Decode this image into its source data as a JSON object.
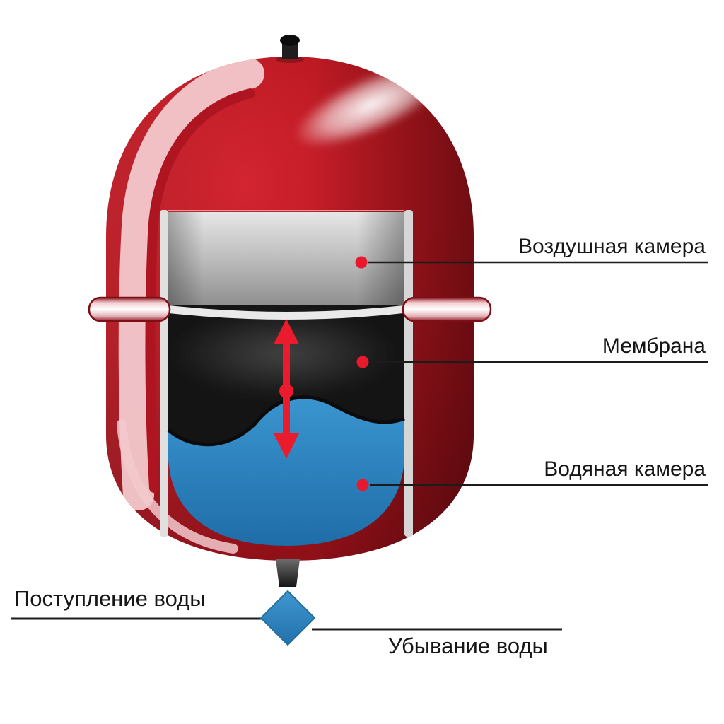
{
  "callouts": [
    {
      "id": "air-chamber",
      "label": "Воздушная камера"
    },
    {
      "id": "membrane",
      "label": "Мембрана"
    },
    {
      "id": "water-chamber",
      "label": "Водяная камера"
    }
  ],
  "flow": {
    "inflow_label": "Поступление воды",
    "outflow_label": "Убывание воды"
  },
  "colors": {
    "tank_red": "#b5161f",
    "tank_red_dark": "#7a0c14",
    "highlight_pink": "#f2c9cd",
    "air_chamber_gray": "#bdbdbd",
    "membrane_black": "#141414",
    "water_blue": "#2e86c1",
    "arrow_red": "#ea1b2c",
    "callout_line": "#1c1c1c",
    "diamond_blue": "#2f86c0"
  }
}
